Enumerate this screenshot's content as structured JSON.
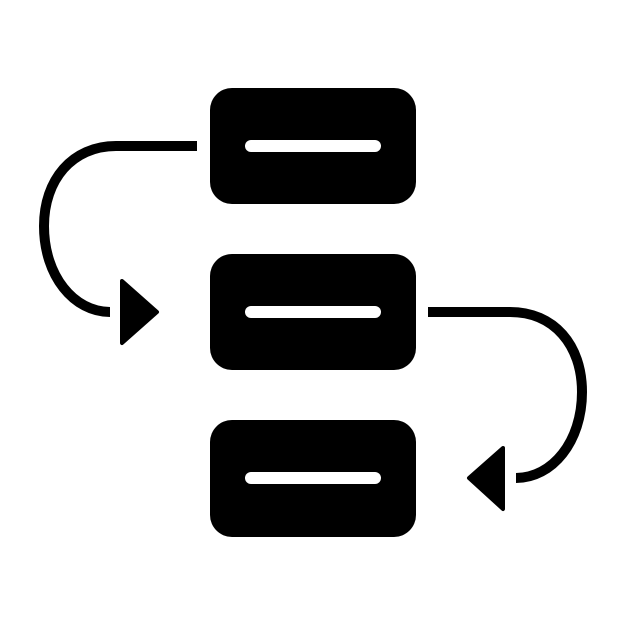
{
  "icon": {
    "name": "workflow-steps-icon",
    "style": "glyph",
    "colors": {
      "foreground": "#000000",
      "background": "#ffffff"
    }
  },
  "diagram": {
    "nodes": [
      {
        "id": "step-1",
        "shape": "rounded-rectangle",
        "mark": "horizontal-bar"
      },
      {
        "id": "step-2",
        "shape": "rounded-rectangle",
        "mark": "horizontal-bar"
      },
      {
        "id": "step-3",
        "shape": "rounded-rectangle",
        "mark": "horizontal-bar"
      }
    ],
    "connectors": [
      {
        "id": "arrow-1-to-2",
        "from": "step-1",
        "to": "step-2",
        "side": "left",
        "arrowhead": "triangle"
      },
      {
        "id": "arrow-2-to-3",
        "from": "step-2",
        "to": "step-3",
        "side": "right",
        "arrowhead": "triangle"
      }
    ]
  }
}
